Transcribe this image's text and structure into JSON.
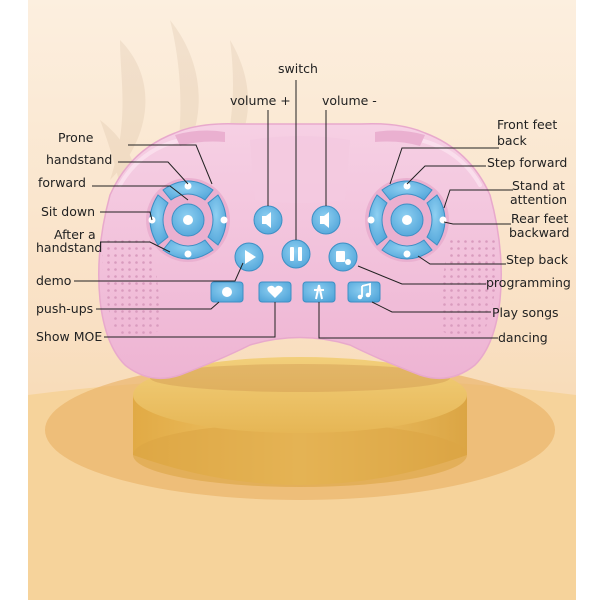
{
  "labels": {
    "switch": "switch",
    "volume_plus": "volume +",
    "volume_minus": "volume -",
    "prone": "Prone",
    "handstand": "handstand",
    "forward": "forward",
    "sit_down": "Sit down",
    "after_a_1": "After a",
    "after_a_2": "handstand",
    "demo": "demo",
    "push_ups": "push-ups",
    "show_moe": "Show MOE",
    "front_feet_1": "Front feet",
    "front_feet_2": "back",
    "step_forward": "Step forward",
    "stand_at_1": "Stand at",
    "stand_at_2": "attention",
    "rear_feet_1": "Rear feet",
    "rear_feet_2": "backward",
    "step_back": "Step back",
    "programming": "programming",
    "play_songs": "Play songs",
    "dancing": "dancing"
  },
  "icons": {
    "play": "play-icon",
    "pause": "pause-icon",
    "volume_up": "volume-up-icon",
    "volume_down": "volume-down-icon",
    "program": "program-icon",
    "music": "music-note-icon",
    "heart": "heart-icon"
  },
  "colors": {
    "background": "#fbe7cf",
    "controller": "#f4c7df",
    "button": "#63b6e6",
    "pedestal": "#e9bd58"
  }
}
